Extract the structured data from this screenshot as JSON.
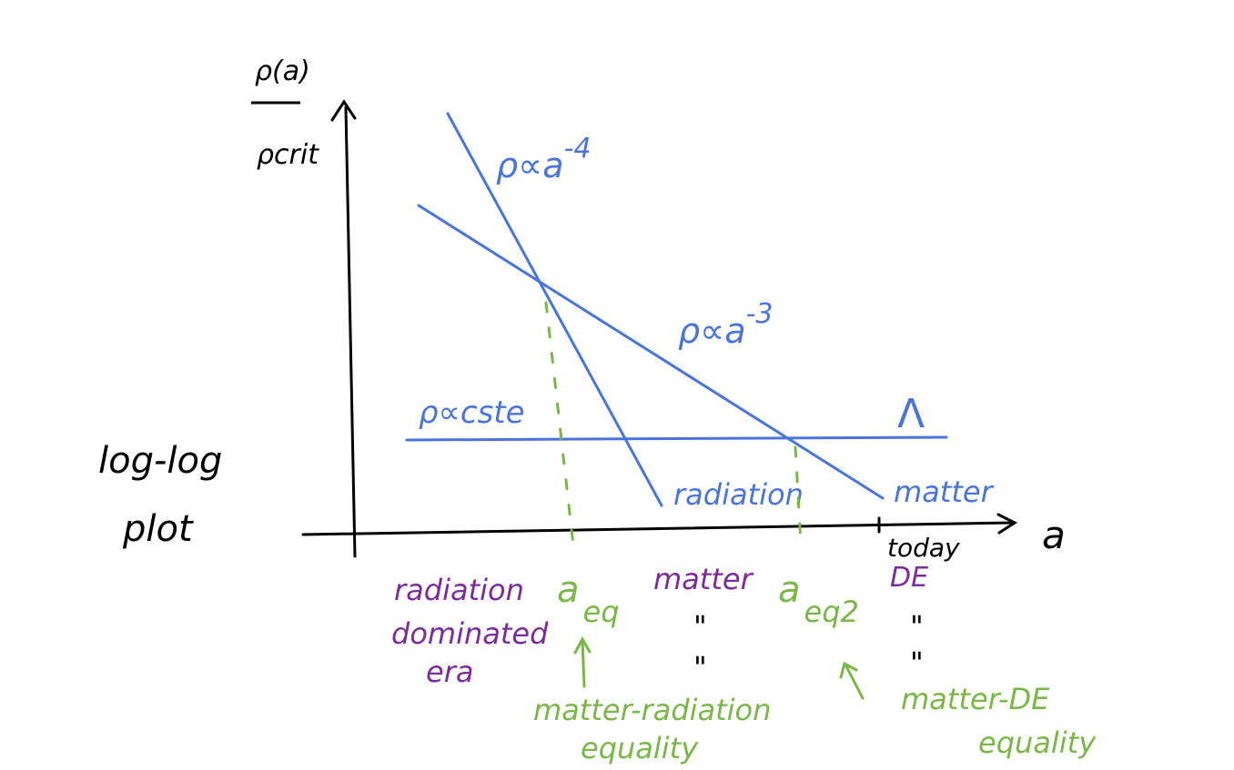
{
  "axis": {
    "y_label_numerator": "ρ(a)",
    "y_label_denominator": "ρcrit",
    "x_label": "a"
  },
  "note": {
    "line1": "log-log",
    "line2": "plot"
  },
  "lines": {
    "radiation": {
      "formula": "ρ∝a",
      "exponent": "-4",
      "end_label": "radiation"
    },
    "matter": {
      "formula": "ρ∝a",
      "exponent": "-3",
      "end_label": "matter"
    },
    "lambda": {
      "formula": "ρ∝cste",
      "end_label": "Λ"
    }
  },
  "markers": {
    "today": "today",
    "a_eq": {
      "main": "a",
      "sub": "eq"
    },
    "a_eq2": {
      "main": "a",
      "sub": "eq2"
    }
  },
  "eras": {
    "radiation": {
      "line1": "radiation",
      "line2": "dominated",
      "line3": "era"
    },
    "matter": {
      "label": "matter",
      "ditto1": "\"",
      "ditto2": "\""
    },
    "de": {
      "label": "DE",
      "ditto1": "\"",
      "ditto2": "\""
    }
  },
  "equalities": {
    "matter_radiation": {
      "line1": "matter-radiation",
      "line2": "equality"
    },
    "matter_de": {
      "line1": "matter-DE",
      "line2": "equality"
    }
  },
  "colors": {
    "ink": "#000000",
    "blue": "#4a74dc",
    "green": "#7ab648",
    "purple": "#7a2c9a"
  }
}
